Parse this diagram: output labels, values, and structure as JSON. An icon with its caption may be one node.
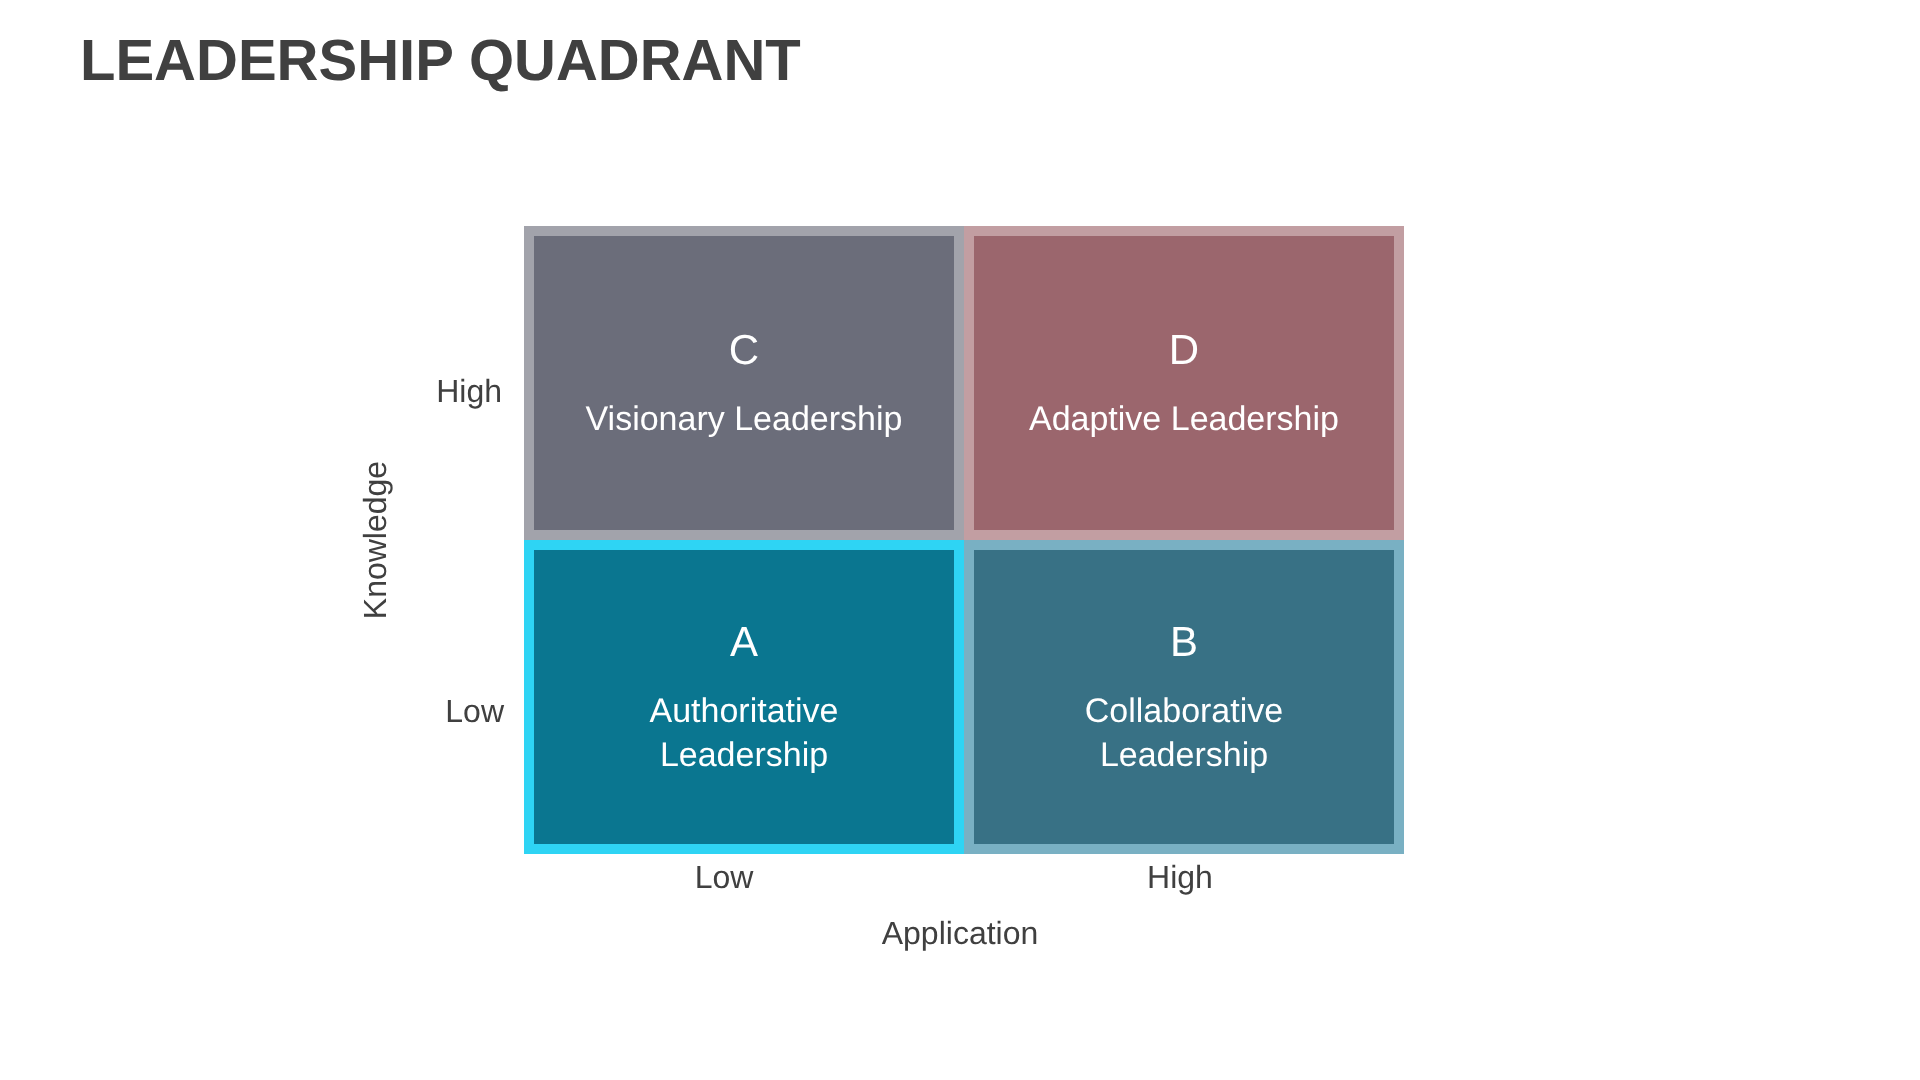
{
  "diagram": {
    "title": "LEADERSHIP QUADRANT",
    "nodes": [
      {
        "text": [
          "C",
          "Visionary Leadership"
        ]
      },
      {
        "text": [
          "D",
          "Adaptive Leadership"
        ]
      },
      {
        "text": [
          "A",
          "Authoritative Leadership"
        ]
      },
      {
        "text": [
          "B",
          "Collaborative Leadership"
        ]
      }
    ],
    "labels": [
      "High",
      "Knowledge",
      "Low",
      "Low",
      "High",
      "Application"
    ]
  }
}
